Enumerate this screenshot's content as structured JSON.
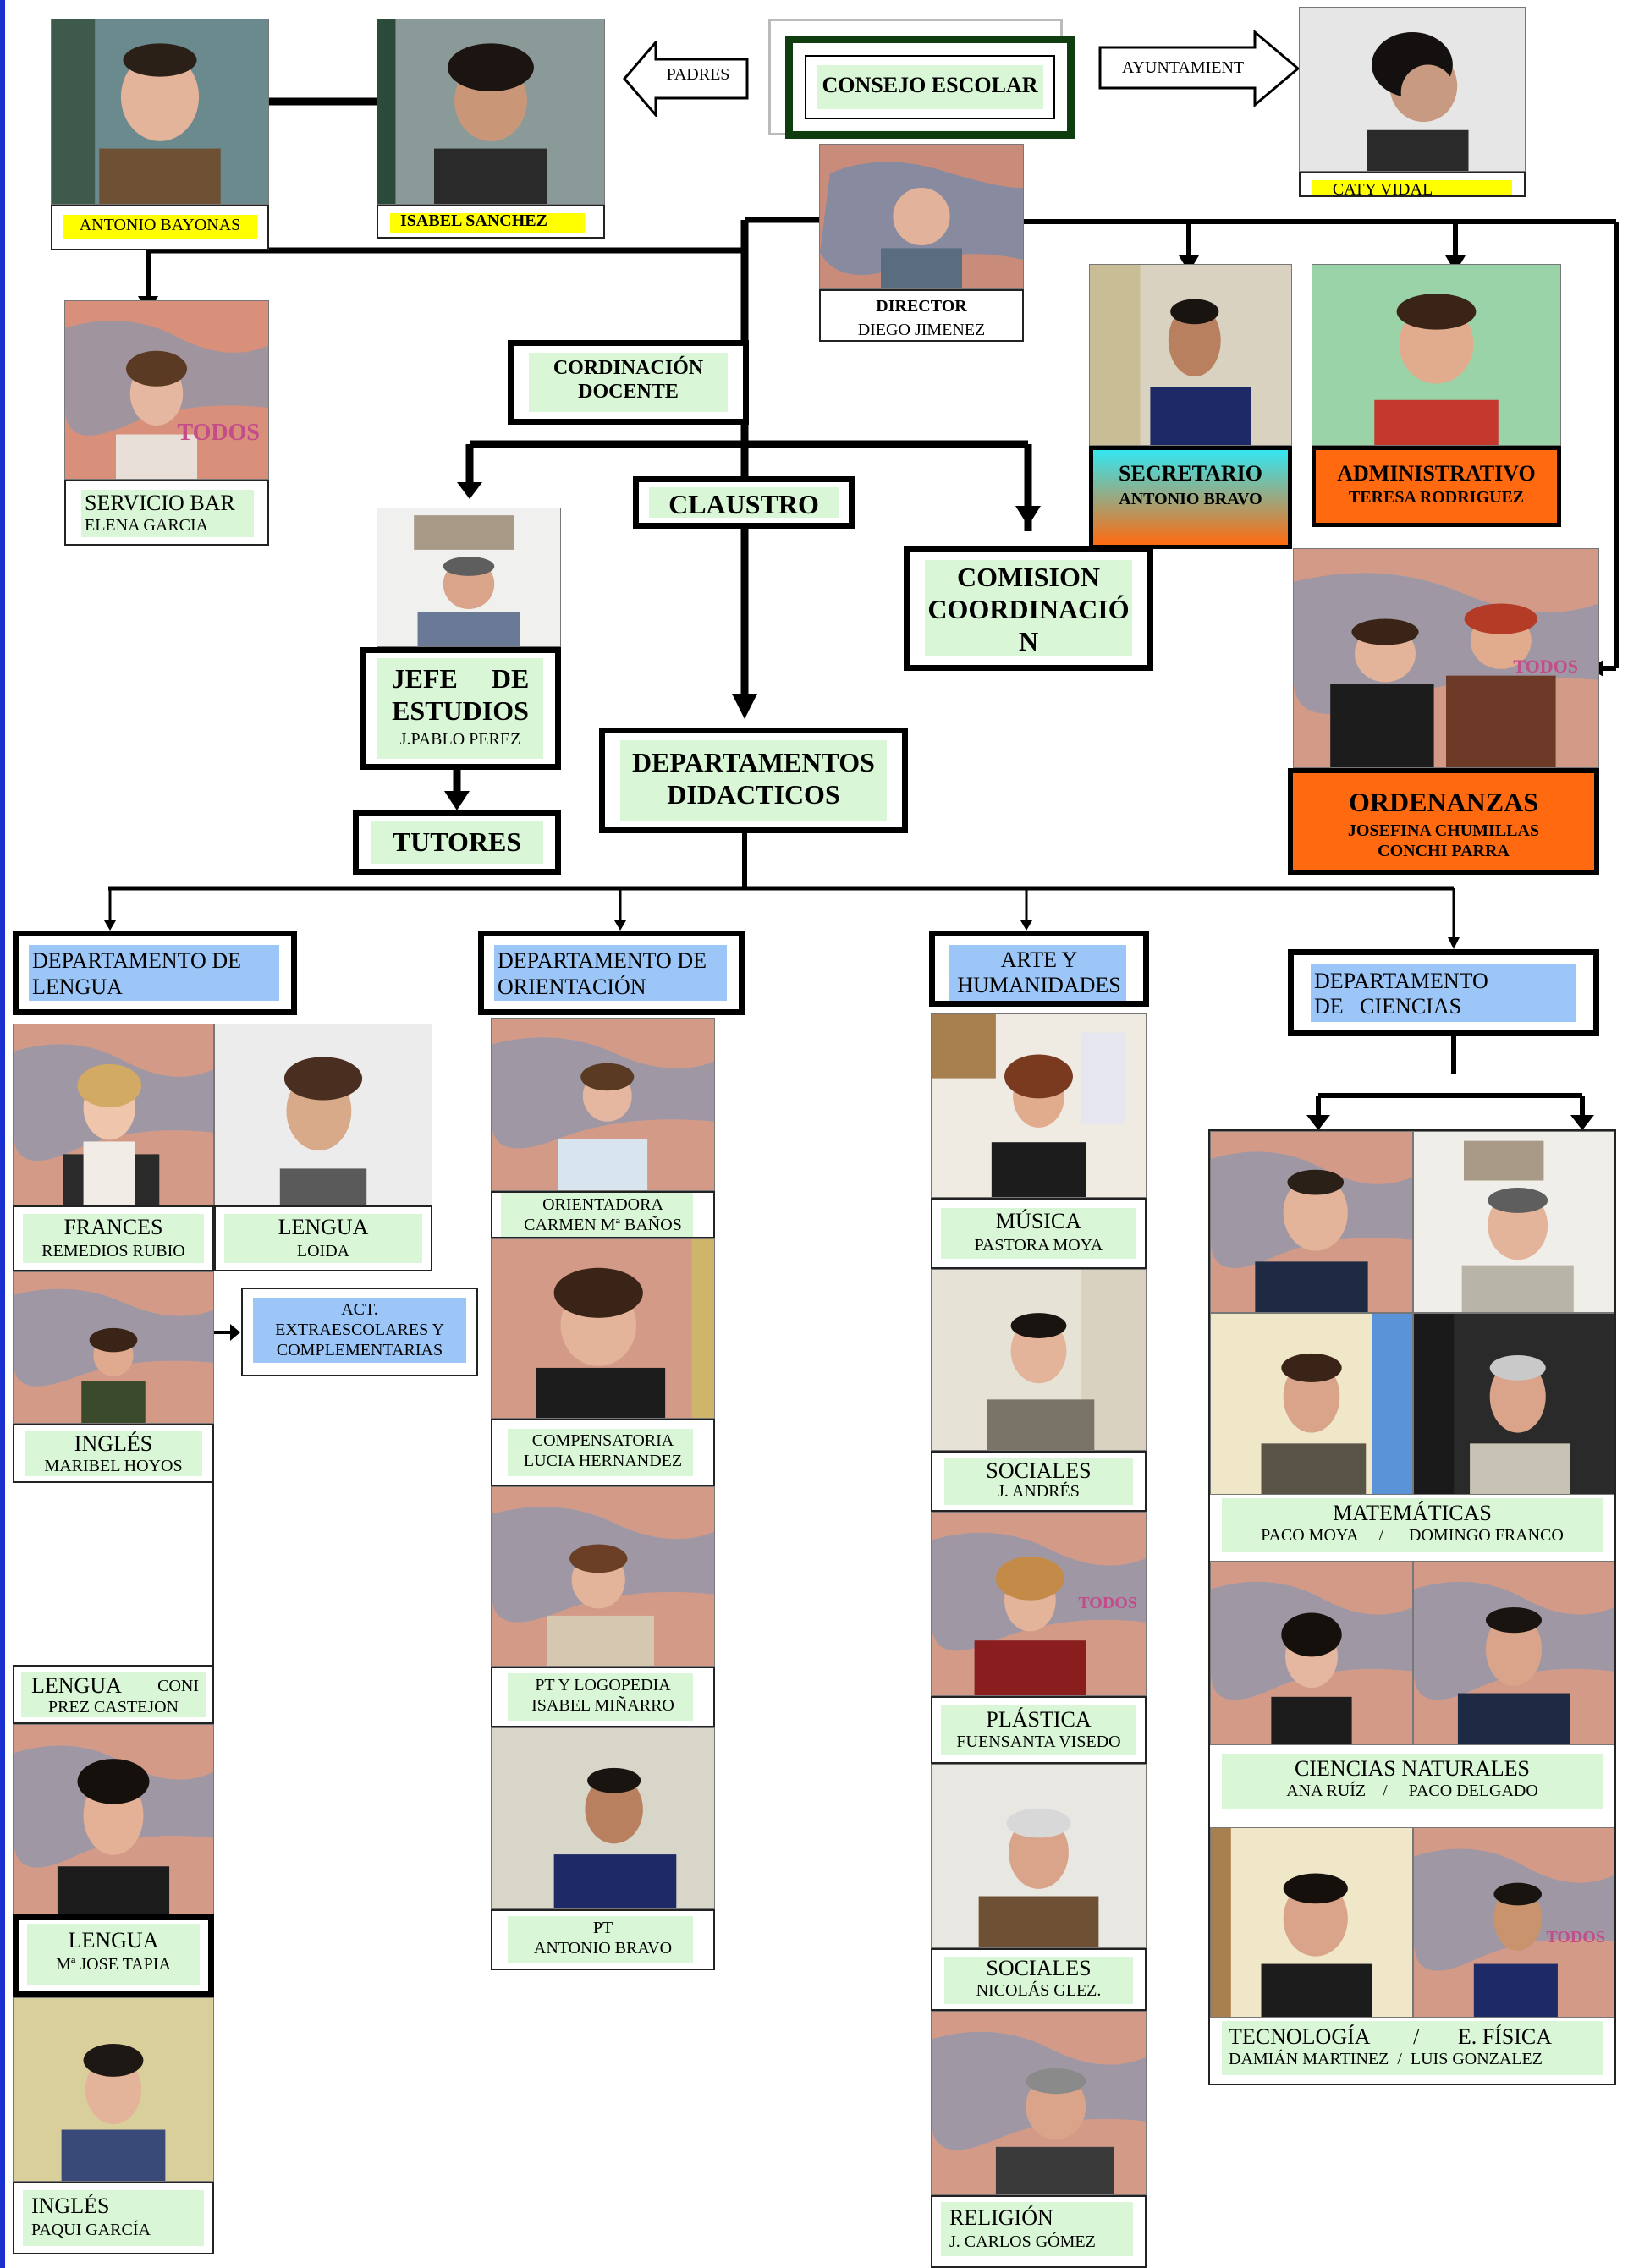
{
  "top": {
    "consejo": "CONSEJO ESCOLAR",
    "padres": "PADRES",
    "ayuntamiento": "AYUNTAMIENT",
    "antonio": "ANTONIO  BAYONAS",
    "isabel": "ISABEL SANCHEZ",
    "caty": "CATY  VIDAL",
    "director_role": "DIRECTOR",
    "director_name": "DIEGO JIMENEZ"
  },
  "management": {
    "bar_role": "SERVICIO  BAR",
    "bar_name": "ELENA GARCIA",
    "coord_docente_1": "CORDINACIÓN",
    "coord_docente_2": "DOCENTE",
    "claustro": "CLAUSTRO",
    "comision_1": "COMISION",
    "comision_2": "COORDINACIÓ",
    "comision_3": "N",
    "secretario_role": "SECRETARIO",
    "secretario_name": "ANTONIO BRAVO",
    "admin_role": "ADMINISTRATIVO",
    "admin_name": "TERESA RODRIGUEZ",
    "jefe_1": "JEFE     DE",
    "jefe_2": "ESTUDIOS",
    "jefe_name": "J.PABLO PEREZ",
    "tutores": "TUTORES",
    "departamentos_1": "DEPARTAMENTOS",
    "departamentos_2": "DIDACTICOS",
    "ordenanzas_role": "ORDENANZAS",
    "ordenanzas_name_1": "JOSEFINA CHUMILLAS",
    "ordenanzas_name_2": "CONCHI PARRA"
  },
  "departments": {
    "lengua": "DEPARTAMENTO  DE LENGUA",
    "orientacion": "DEPARTAMENTO DE ORIENTACIÓN",
    "arte_1": "ARTE Y",
    "arte_2": "HUMANIDADES",
    "ciencias_1": "DEPARTAMENTO",
    "ciencias_2": "DE   CIENCIAS"
  },
  "lengua_dept": {
    "frances_role": "FRANCES",
    "frances_name": "REMEDIOS RUBIO",
    "lengua1_role": "LENGUA",
    "lengua1_name": "LOIDA",
    "act_1": "ACT.",
    "act_2": "EXTRAESCOLARES  Y",
    "act_3": "COMPLEMENTARIAS",
    "ingles1_role": "INGLÉS",
    "ingles1_name": "MARIBEL HOYOS",
    "lengua2_role": "LENGUA",
    "lengua2_extra": "CONI",
    "lengua2_name": "PREZ CASTEJON",
    "lengua3_role": "LENGUA",
    "lengua3_name": "Mª JOSE TAPIA",
    "ingles2_role": "INGLÉS",
    "ingles2_name": "PAQUI GARCÍA"
  },
  "orient_dept": {
    "orientadora_role": "ORIENTADORA",
    "orientadora_name": "CARMEN  Mª BAÑOS",
    "compensatoria_role": "COMPENSATORIA",
    "compensatoria_name": "LUCIA  HERNANDEZ",
    "ptlogo_role": "PT Y LOGOPEDIA",
    "ptlogo_name": "ISABEL MIÑARRO",
    "pt_role": "PT",
    "pt_name": "ANTONIO BRAVO"
  },
  "arte_dept": {
    "musica_role": "MÚSICA",
    "musica_name": "PASTORA MOYA",
    "sociales1_role": "SOCIALES",
    "sociales1_name": "J. ANDRÉS",
    "plastica_role": "PLÁSTICA",
    "plastica_name": "FUENSANTA VISEDO",
    "sociales2_role": "SOCIALES",
    "sociales2_name": "NICOLÁS  GLEZ.",
    "religion_role": "RELIGIÓN",
    "religion_name": "J. CARLOS GÓMEZ"
  },
  "ciencias_dept": {
    "mates_role": "MATEMÁTICAS",
    "mates_name": "PACO MOYA     /      DOMINGO FRANCO",
    "naturales_role": "CIENCIAS NATURALES",
    "naturales_name": "ANA RUÍZ    /     PACO DELGADO",
    "tecno_role": "TECNOLOGÍA        /       E. FÍSICA",
    "tecno_name": "DAMIÁN MARTINEZ  /  LUIS GONZALEZ"
  },
  "photo_text": {
    "todos": "TODOS"
  },
  "colors": {
    "label_green": "#d9f7d6",
    "dept_blue": "#9cc6f7",
    "orange": "#ff6a10",
    "highlight_yellow": "#ffff00",
    "cyan": "#33e7f2"
  }
}
